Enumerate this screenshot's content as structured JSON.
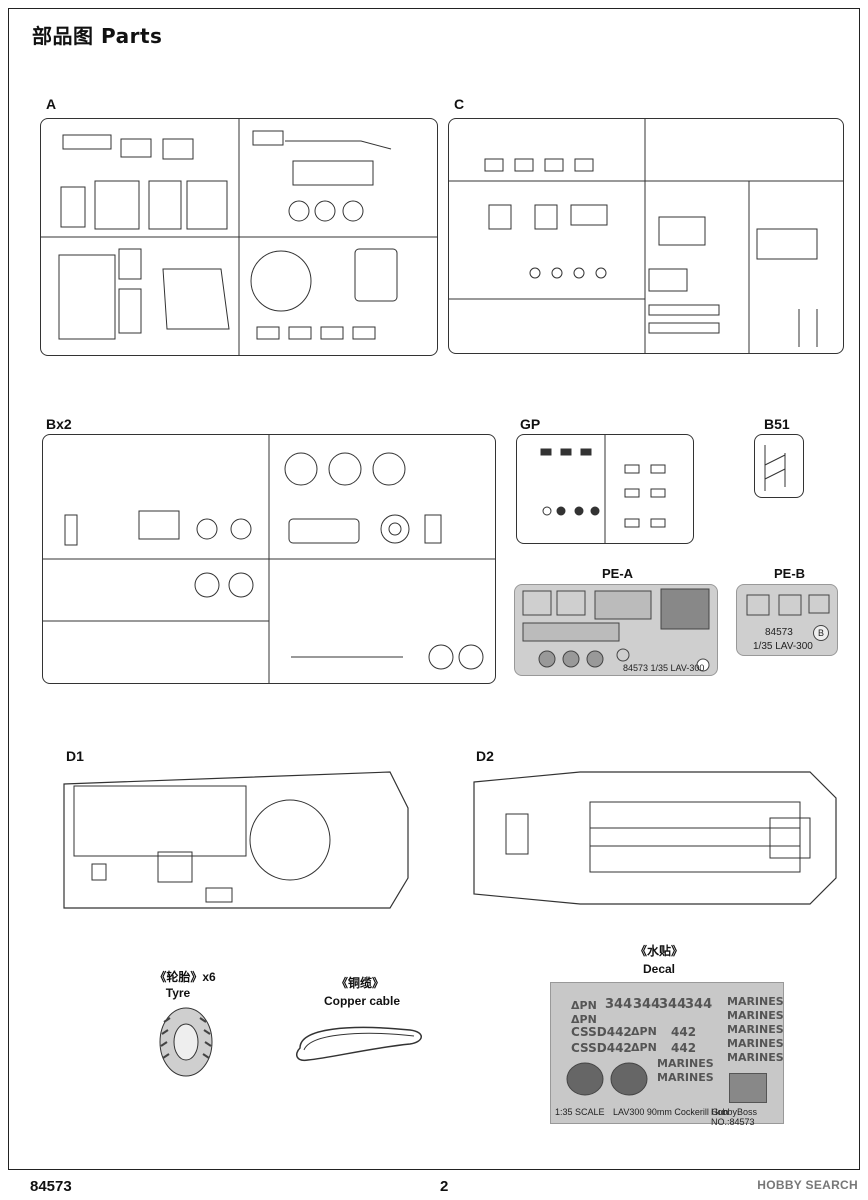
{
  "page": {
    "title": "部品图 Parts",
    "code": "84573",
    "number": "2",
    "watermark": "HOBBY SEARCH"
  },
  "sections": {
    "A": "A",
    "C": "C",
    "Bx2": "Bx2",
    "GP": "GP",
    "B51": "B51",
    "PE_A": "PE-A",
    "PE_B": "PE-B",
    "D1": "D1",
    "D2": "D2"
  },
  "pe_a": {
    "stamp": "84573  1/35  LAV-300"
  },
  "pe_b": {
    "code": "84573",
    "scale": "1/35  LAV-300",
    "letter": "B"
  },
  "tyre": {
    "label_cn": "《轮胎》x6",
    "label_en": "Tyre"
  },
  "cable": {
    "label_cn": "《铜缆》",
    "label_en": "Copper cable"
  },
  "decal": {
    "label_cn": "《水贴》",
    "label_en": "Decal",
    "numbers_row": [
      "344",
      "344",
      "344",
      "344"
    ],
    "items": [
      "ΔPN",
      "ΔPN",
      "CSSD442",
      "CSSD442",
      "ΔPN",
      "ΔPN",
      "442",
      "442",
      "MARINES",
      "MARINES",
      "MARINES",
      "MARINES",
      "MARINES",
      "MARINES",
      "MARINES"
    ],
    "footer_left": "1:35 SCALE",
    "footer_mid": "LAV300 90mm Cockerill Gun",
    "footer_right": "HobbyBoss NO.:84573"
  }
}
